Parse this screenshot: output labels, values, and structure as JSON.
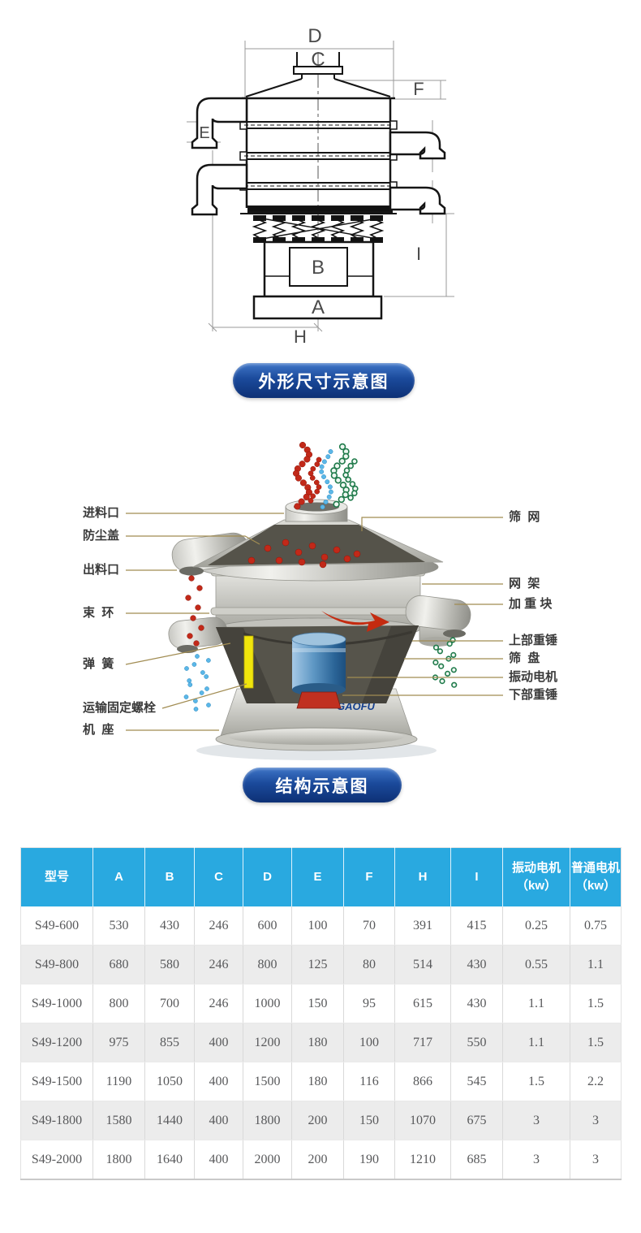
{
  "dimension_diagram": {
    "button_label": "外形尺寸示意图",
    "letters": {
      "D": "D",
      "C": "C",
      "E": "E",
      "F": "F",
      "B": "B",
      "A": "A",
      "H": "H",
      "I": "I"
    }
  },
  "structure_diagram": {
    "button_label": "结构示意图",
    "logo_text": "GAOFU",
    "left_labels": [
      "进料口",
      "防尘盖",
      "出料口",
      "束  环",
      "弹  簧",
      "运输固定螺栓",
      "机  座"
    ],
    "right_labels": [
      "筛  网",
      "网  架",
      "加 重 块",
      "上部重锤",
      "筛  盘",
      "振动电机",
      "下部重锤"
    ]
  },
  "spec_table": {
    "headers": [
      "型号",
      "A",
      "B",
      "C",
      "D",
      "E",
      "F",
      "H",
      "I",
      "振动电机\n（kw）",
      "普通电机\n（kw）"
    ],
    "rows": [
      [
        "S49-600",
        "530",
        "430",
        "246",
        "600",
        "100",
        "70",
        "391",
        "415",
        "0.25",
        "0.75"
      ],
      [
        "S49-800",
        "680",
        "580",
        "246",
        "800",
        "125",
        "80",
        "514",
        "430",
        "0.55",
        "1.1"
      ],
      [
        "S49-1000",
        "800",
        "700",
        "246",
        "1000",
        "150",
        "95",
        "615",
        "430",
        "1.1",
        "1.5"
      ],
      [
        "S49-1200",
        "975",
        "855",
        "400",
        "1200",
        "180",
        "100",
        "717",
        "550",
        "1.1",
        "1.5"
      ],
      [
        "S49-1500",
        "1190",
        "1050",
        "400",
        "1500",
        "180",
        "116",
        "866",
        "545",
        "1.5",
        "2.2"
      ],
      [
        "S49-1800",
        "1580",
        "1440",
        "400",
        "1800",
        "200",
        "150",
        "1070",
        "675",
        "3",
        "3"
      ],
      [
        "S49-2000",
        "1800",
        "1640",
        "400",
        "2000",
        "200",
        "190",
        "1210",
        "685",
        "3",
        "3"
      ]
    ]
  },
  "colors": {
    "button_blue_top": "#3f76c8",
    "button_blue_bottom": "#0d3075",
    "table_header_bg": "#29a9e0",
    "table_alt_row_bg": "#ececec",
    "leader_line": "#a18c52",
    "bead_red": "#c22919",
    "bead_cyan": "#5bb7e8",
    "bead_green": "#1f7a4a"
  }
}
